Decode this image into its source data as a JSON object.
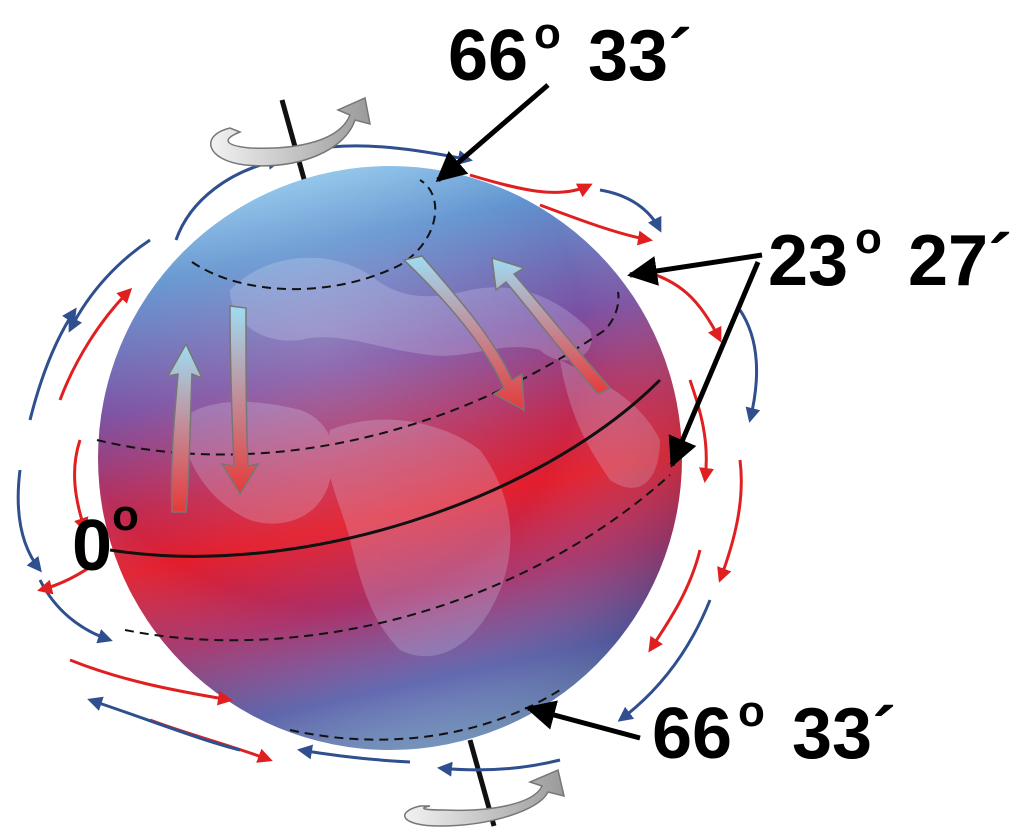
{
  "diagram": {
    "labels": {
      "arctic_top": {
        "deg": "66",
        "sup": "o",
        "min": "33´"
      },
      "tropic": {
        "deg": "23",
        "sup": "o",
        "min": "27´"
      },
      "equator": {
        "deg": "0",
        "sup": "o"
      },
      "arctic_bottom": {
        "deg": "66",
        "sup": "o",
        "min": "33´"
      }
    },
    "colors": {
      "warm_flow": "#e02020",
      "cool_flow": "#2f4f8f",
      "globe_pole": "#6fa8dc",
      "globe_mid": "#7a4a9c",
      "globe_equator": "#e0202e",
      "rotation_arrow": "#b8b8b8"
    },
    "icons": [
      "rotation-arrow-icon",
      "circulation-arrow-icon",
      "pointer-arrow-icon"
    ]
  }
}
